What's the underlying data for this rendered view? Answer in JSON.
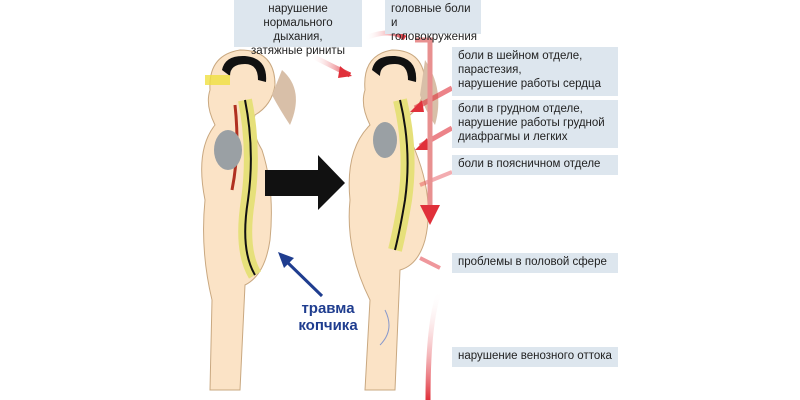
{
  "labels": {
    "breathing": [
      "нарушение",
      "нормального дыхания,",
      "затяжные риниты"
    ],
    "headache": [
      "головные боли и",
      "головокружения"
    ],
    "cervical": [
      "боли в шейном отделе,",
      "парастезия,",
      "нарушение работы сердца"
    ],
    "thoracic": [
      "боли в грудном отделе,",
      "нарушение работы грудной",
      "диафрагмы и легких"
    ],
    "lumbar": [
      "боли в поясничном отделе"
    ],
    "pelvic": [
      "проблемы в половой сфере"
    ],
    "venous": [
      "нарушение венозного оттока"
    ]
  },
  "trauma_label": [
    "травма",
    "копчика"
  ],
  "colors": {
    "box": "#dde6ee",
    "arrow_red": "#e0303a",
    "trauma_blue": "#1f3d8f",
    "skin": "#fbe3c6"
  }
}
